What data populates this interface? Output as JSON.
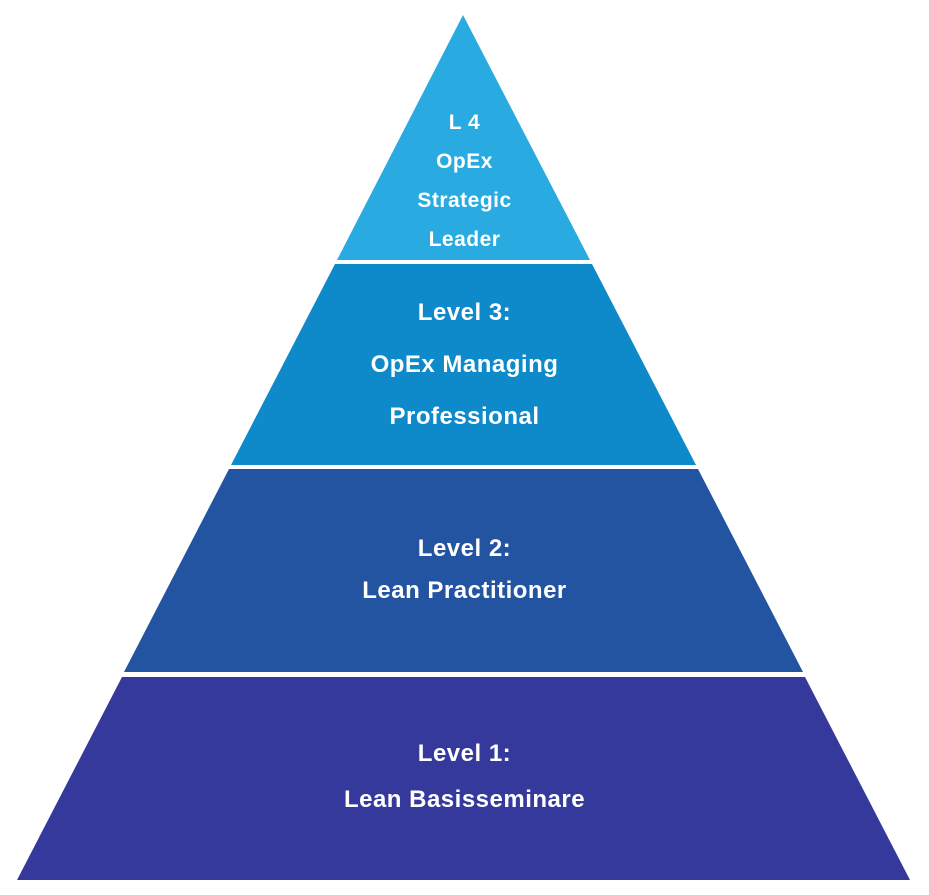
{
  "diagram": {
    "type": "pyramid",
    "background_color": "#ffffff",
    "text_color": "#ffffff",
    "separator_color": "#ffffff",
    "levels": [
      {
        "id": "level-4",
        "color": "#29ABE2",
        "lines": [
          "L 4",
          "OpEx",
          "Strategic",
          "Leader"
        ]
      },
      {
        "id": "level-3",
        "color": "#0E89C9",
        "lines": [
          "Level 3:",
          "OpEx Managing",
          "Professional"
        ]
      },
      {
        "id": "level-2",
        "color": "#2254A2",
        "lines": [
          "Level 2:",
          "Lean Practitioner"
        ]
      },
      {
        "id": "level-1",
        "color": "#35399B",
        "lines": [
          "Level 1:",
          "Lean Basisseminare"
        ]
      }
    ]
  }
}
